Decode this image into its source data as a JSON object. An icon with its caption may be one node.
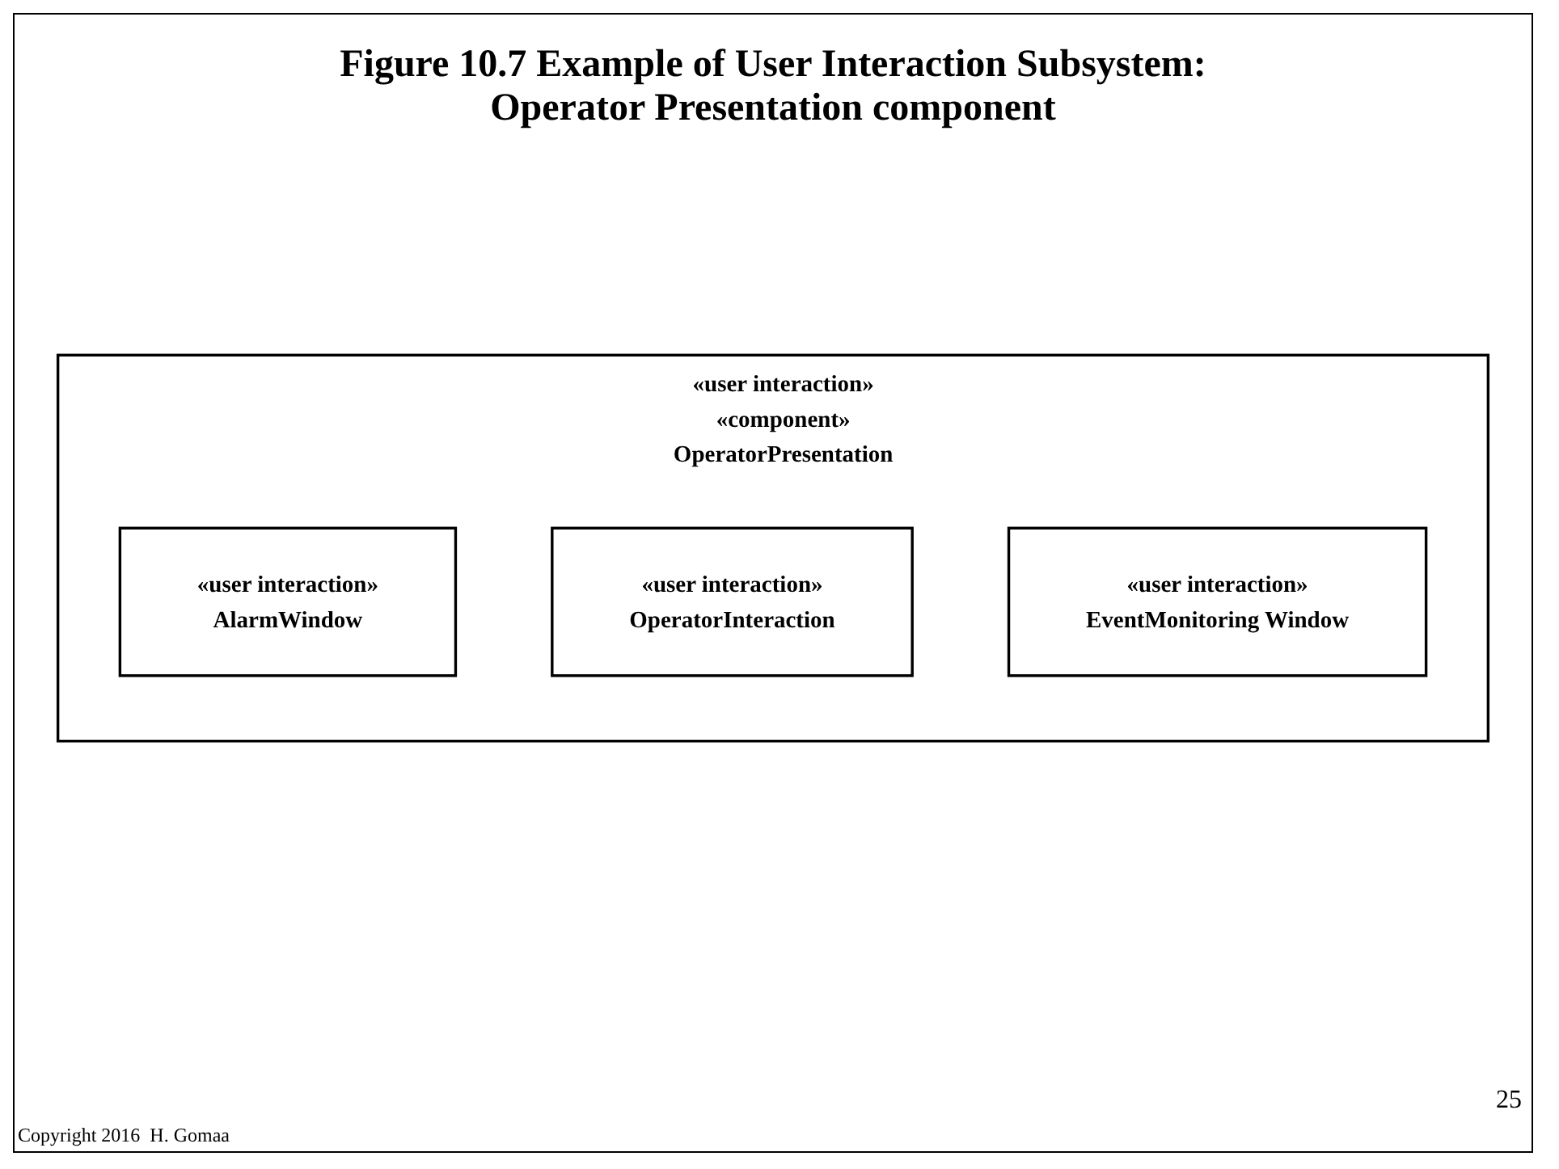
{
  "diagram": {
    "title": "Figure 10.7 Example of User Interaction Subsystem: Operator Presentation component",
    "nodes": [
      {
        "text": [
          "«user interaction»",
          "«component»",
          "OperatorPresentation"
        ]
      },
      {
        "text": [
          "«user interaction»",
          "AlarmWindow"
        ],
        "in": 0
      },
      {
        "text": [
          "«user interaction»",
          "OperatorInteraction"
        ],
        "in": 0
      },
      {
        "text": [
          "«user interaction»",
          "EventMonitoring Window"
        ],
        "in": 0
      }
    ],
    "labels": [
      "Copyright 2016  H. Gomaa",
      "25"
    ]
  }
}
